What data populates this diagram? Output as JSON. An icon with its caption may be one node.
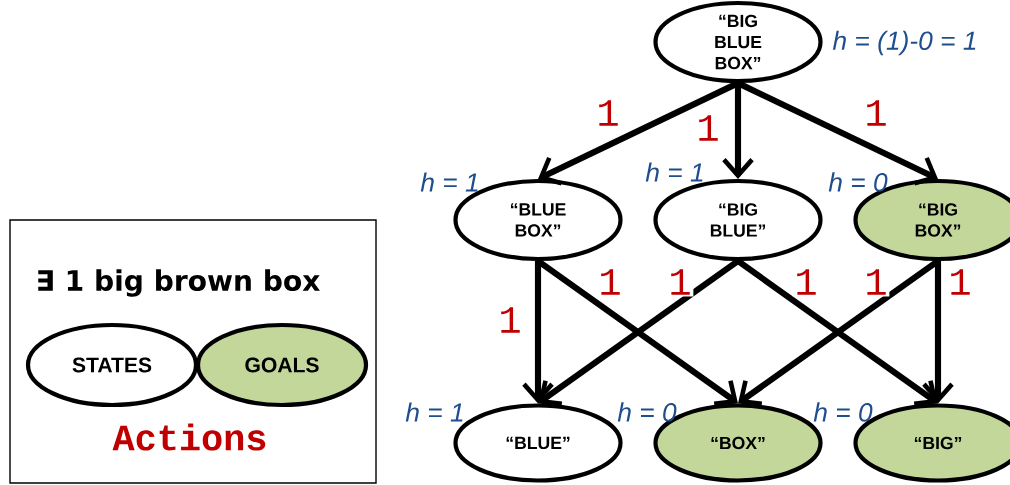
{
  "diagram": {
    "nodes": [
      {
        "text": [
          "“BIG BLUE BOX”"
        ],
        "beside": [
          "h = (1)-0 = 1"
        ]
      },
      {
        "text": [
          "“BLUE BOX”"
        ],
        "beside": [
          "h = 1"
        ]
      },
      {
        "text": [
          "“BIG BLUE”"
        ],
        "beside": [
          "h = 1"
        ]
      },
      {
        "text": [
          "“BIG BOX”"
        ],
        "beside": [
          "h = 0"
        ]
      },
      {
        "text": [
          "“BLUE”"
        ],
        "beside": [
          "h = 1"
        ]
      },
      {
        "text": [
          "“BOX”"
        ],
        "beside": [
          "h = 0"
        ]
      },
      {
        "text": [
          "“BIG”"
        ],
        "beside": [
          "h = 0"
        ]
      },
      {
        "text": [
          "∃ 1 big brown box",
          "Actions"
        ]
      },
      {
        "text": [
          "STATES"
        ],
        "in": 7
      },
      {
        "text": [
          "GOALS"
        ],
        "in": 7
      }
    ],
    "edges": [
      {
        "from": 0,
        "to": 1,
        "arrow": "to",
        "label": "1"
      },
      {
        "from": 0,
        "to": 2,
        "arrow": "to",
        "label": "1"
      },
      {
        "from": 0,
        "to": 3,
        "arrow": "to",
        "label": "1"
      },
      {
        "from": 1,
        "to": 4,
        "arrow": "to",
        "label": "1"
      },
      {
        "from": 1,
        "to": 5,
        "arrow": "to",
        "label": "1"
      },
      {
        "from": 2,
        "to": 4,
        "arrow": "to",
        "label": "1"
      },
      {
        "from": 2,
        "to": 6,
        "arrow": "to",
        "label": "1"
      },
      {
        "from": 3,
        "to": 5,
        "arrow": "to",
        "label": "1"
      },
      {
        "from": 3,
        "to": 6,
        "arrow": "to",
        "label": "1"
      }
    ]
  }
}
